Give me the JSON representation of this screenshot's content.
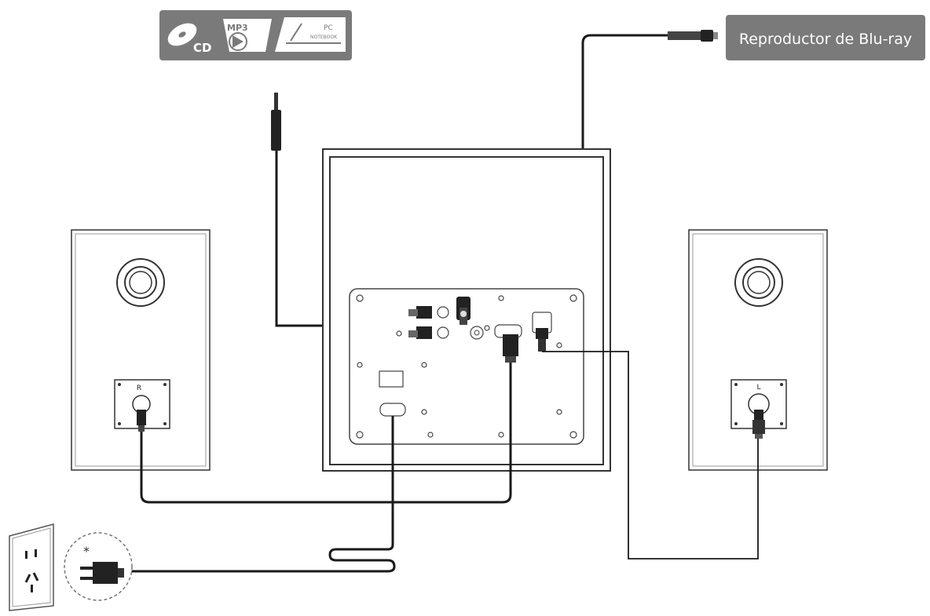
{
  "sources_badge": {
    "cd_label": "CD",
    "mp3_label": "MP3",
    "pc_label": "PC",
    "notebook_label": "NOTEBOOK"
  },
  "bluray_label": "Reproductor de Blu-ray",
  "speakers": {
    "right_label": "R",
    "left_label": "L"
  },
  "outlet": {
    "note_mark": "*"
  },
  "colors": {
    "badge_bg": "#7a7a7a",
    "badge_fg": "#ffffff",
    "line": "#1a1a1a",
    "outline": "#555555"
  }
}
